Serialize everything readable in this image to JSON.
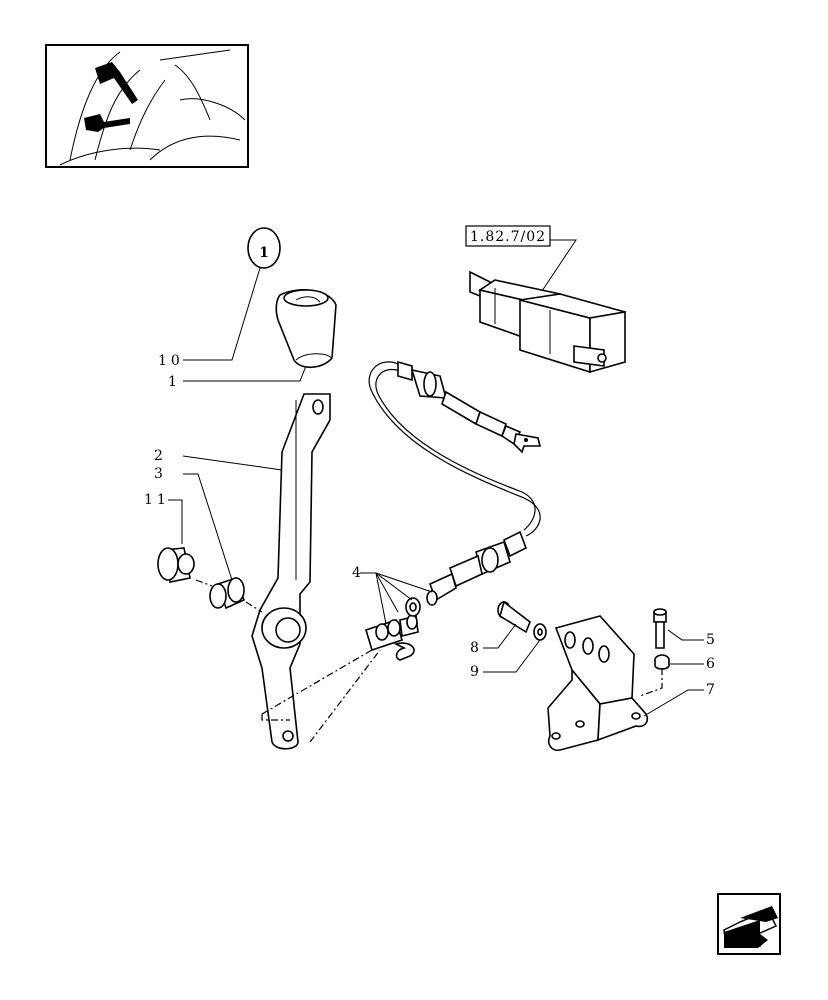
{
  "reference_box": {
    "label": "1.82.7/02"
  },
  "callout_circle": {
    "label": "1"
  },
  "part_labels": [
    {
      "id": "label-10",
      "text": "10"
    },
    {
      "id": "label-1",
      "text": "1"
    },
    {
      "id": "label-2",
      "text": "2"
    },
    {
      "id": "label-3",
      "text": "3"
    },
    {
      "id": "label-11",
      "text": "11"
    },
    {
      "id": "label-4",
      "text": "4"
    },
    {
      "id": "label-8",
      "text": "8"
    },
    {
      "id": "label-9",
      "text": "9"
    },
    {
      "id": "label-5",
      "text": "5"
    },
    {
      "id": "label-6",
      "text": "6"
    },
    {
      "id": "label-7",
      "text": "7"
    }
  ],
  "icons": {
    "thumbnail": "tractor-cab-levers-thumbnail",
    "nav": "back-arrow-icon"
  }
}
